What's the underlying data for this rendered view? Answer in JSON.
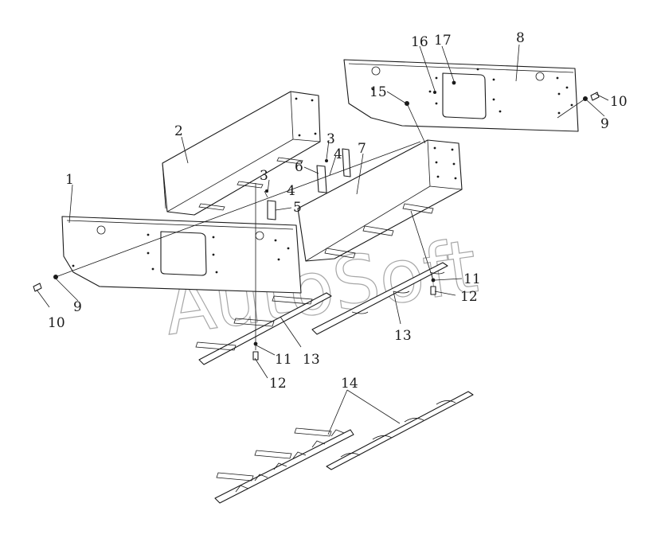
{
  "watermark": "AutoSoft",
  "callouts": {
    "c1": "1",
    "c2": "2",
    "c3a": "3",
    "c3b": "3",
    "c4a": "4",
    "c4b": "4",
    "c5": "5",
    "c6": "6",
    "c7": "7",
    "c8": "8",
    "c9a": "9",
    "c9b": "9",
    "c10a": "10",
    "c10b": "10",
    "c11a": "11",
    "c11b": "11",
    "c12a": "12",
    "c12b": "12",
    "c13a": "13",
    "c13b": "13",
    "c14": "14",
    "c15": "15",
    "c16": "16",
    "c17": "17"
  }
}
